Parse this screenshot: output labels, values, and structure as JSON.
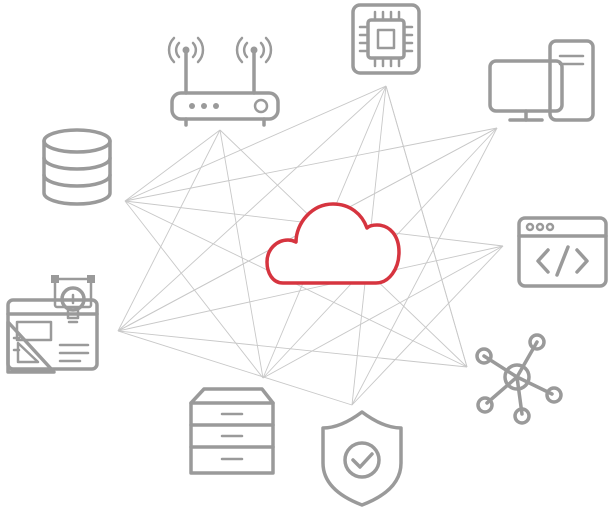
{
  "diagram": {
    "center": {
      "icon": "cloud-icon",
      "color": "#d6343f"
    },
    "icon_color": "#9a9a9a",
    "line_color": "#c8c8c8",
    "nodes": [
      {
        "id": "router",
        "icon": "wifi-router-icon"
      },
      {
        "id": "chip",
        "icon": "cpu-chip-icon"
      },
      {
        "id": "computer",
        "icon": "desktop-computer-icon"
      },
      {
        "id": "database",
        "icon": "database-icon"
      },
      {
        "id": "code",
        "icon": "code-window-icon"
      },
      {
        "id": "design",
        "icon": "web-design-icon"
      },
      {
        "id": "network",
        "icon": "network-hub-icon"
      },
      {
        "id": "server",
        "icon": "server-rack-icon"
      },
      {
        "id": "security",
        "icon": "security-shield-icon"
      }
    ],
    "links": [
      [
        "database",
        "router"
      ],
      [
        "database",
        "chip"
      ],
      [
        "database",
        "computer"
      ],
      [
        "database",
        "code"
      ],
      [
        "database",
        "network"
      ],
      [
        "database",
        "server"
      ],
      [
        "design",
        "chip"
      ],
      [
        "design",
        "computer"
      ],
      [
        "design",
        "router"
      ],
      [
        "design",
        "code"
      ],
      [
        "design",
        "network"
      ],
      [
        "router",
        "network"
      ],
      [
        "router",
        "server"
      ],
      [
        "chip",
        "security"
      ],
      [
        "chip",
        "server"
      ],
      [
        "chip",
        "network"
      ],
      [
        "computer",
        "server"
      ],
      [
        "computer",
        "security"
      ],
      [
        "computer",
        "design"
      ],
      [
        "code",
        "server"
      ],
      [
        "code",
        "security"
      ],
      [
        "security",
        "design"
      ],
      [
        "network",
        "chip"
      ]
    ]
  }
}
